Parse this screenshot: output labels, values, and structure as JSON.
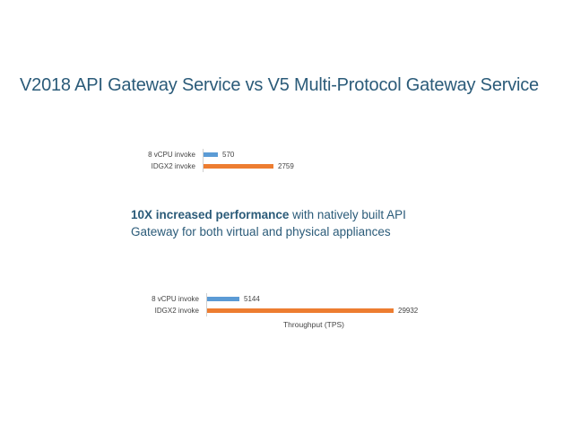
{
  "slide": {
    "title": "V2018 API Gateway Service vs V5 Multi-Protocol Gateway Service",
    "body_text": {
      "bold": "10X increased performance",
      "rest": " with natively built API Gateway for both virtual and physical appliances"
    }
  },
  "colors": {
    "title_text": "#2b5b79",
    "body_text": "#2b5b79",
    "bar_blue": "#5b9bd5",
    "bar_orange": "#ed7d31",
    "axis_line": "#d0d0d0",
    "chart_text": "#444444"
  },
  "chart_data": [
    {
      "type": "bar",
      "orientation": "horizontal",
      "categories": [
        "8 vCPU invoke",
        "IDGX2 invoke"
      ],
      "values": [
        570,
        2759
      ],
      "data_labels": [
        "570",
        "2759"
      ],
      "bar_colors": [
        "#5b9bd5",
        "#ed7d31"
      ],
      "xlabel": "",
      "ylabel": "",
      "xlim": [
        0,
        2759
      ],
      "grid": false,
      "legend": false
    },
    {
      "type": "bar",
      "orientation": "horizontal",
      "categories": [
        "8 vCPU invoke",
        "IDGX2 invoke"
      ],
      "values": [
        5144,
        29932
      ],
      "data_labels": [
        "5144",
        "29932"
      ],
      "bar_colors": [
        "#5b9bd5",
        "#ed7d31"
      ],
      "xlabel": "Throughput (TPS)",
      "ylabel": "",
      "xlim": [
        0,
        29932
      ],
      "grid": false,
      "legend": false
    }
  ]
}
